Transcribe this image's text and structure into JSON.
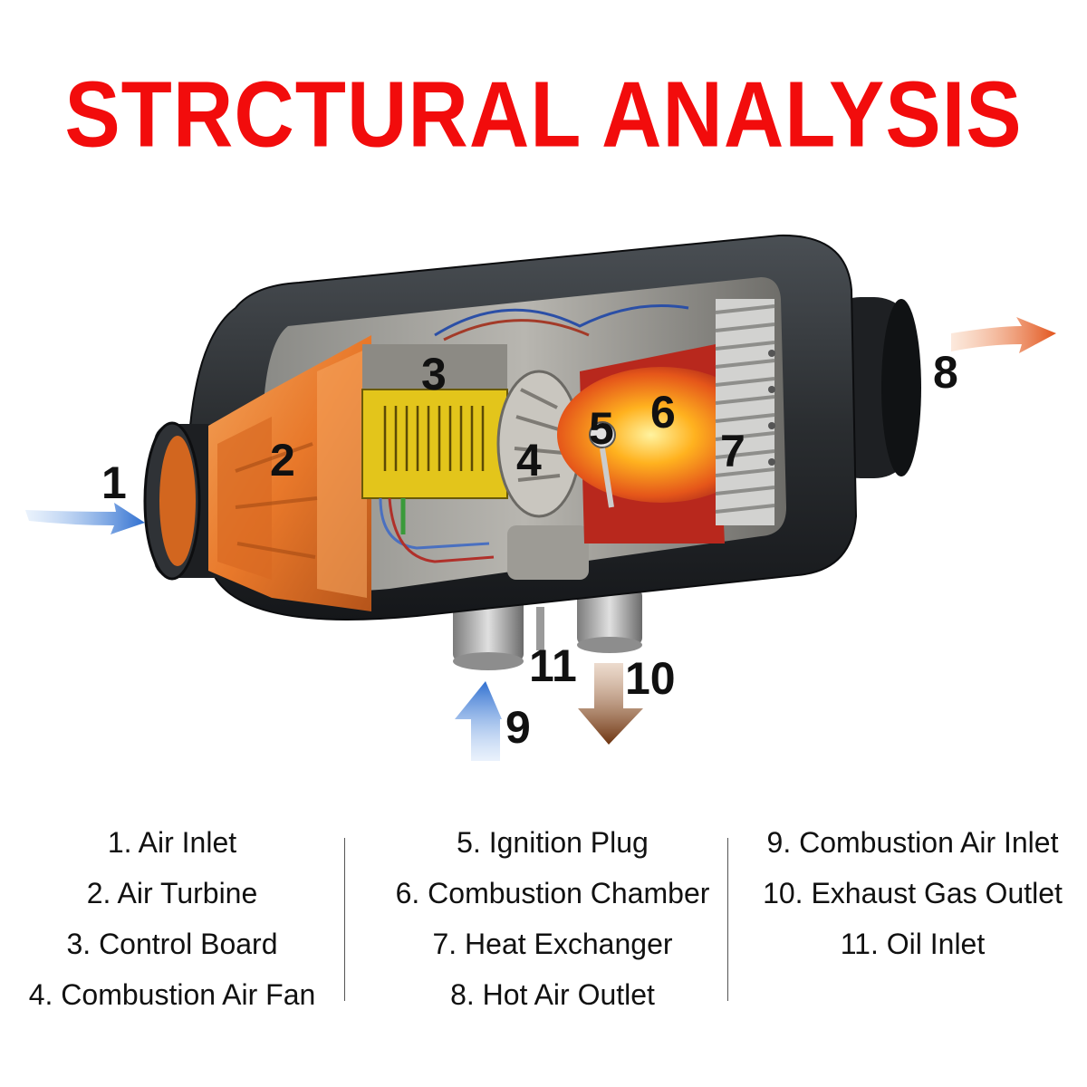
{
  "title": "STRCTURAL ANALYSIS",
  "callouts": [
    "1",
    "2",
    "3",
    "4",
    "5",
    "6",
    "7",
    "8",
    "9",
    "10",
    "11"
  ],
  "legend": {
    "col1": [
      "1. Air Inlet",
      "2. Air Turbine",
      "3. Control Board",
      "4. Combustion Air Fan"
    ],
    "col2": [
      "5. Ignition Plug",
      "6. Combustion Chamber",
      "7. Heat Exchanger",
      "8. Hot Air Outlet"
    ],
    "col3": [
      "9. Combustion Air Inlet",
      "10. Exhaust Gas Outlet",
      "11. Oil Inlet"
    ]
  },
  "colors": {
    "title": "#f20c0c",
    "housing": "#2a2d30",
    "turbine": "#e8782a",
    "board": "#e3c51b",
    "flame": "#f28a1c",
    "arrow_in": "#3f7fd6",
    "arrow_hot": "#e2551d",
    "arrow_exhaust": "#7a3a12"
  },
  "icons": [
    "air-flow-arrow",
    "heater-cutaway-illustration"
  ]
}
